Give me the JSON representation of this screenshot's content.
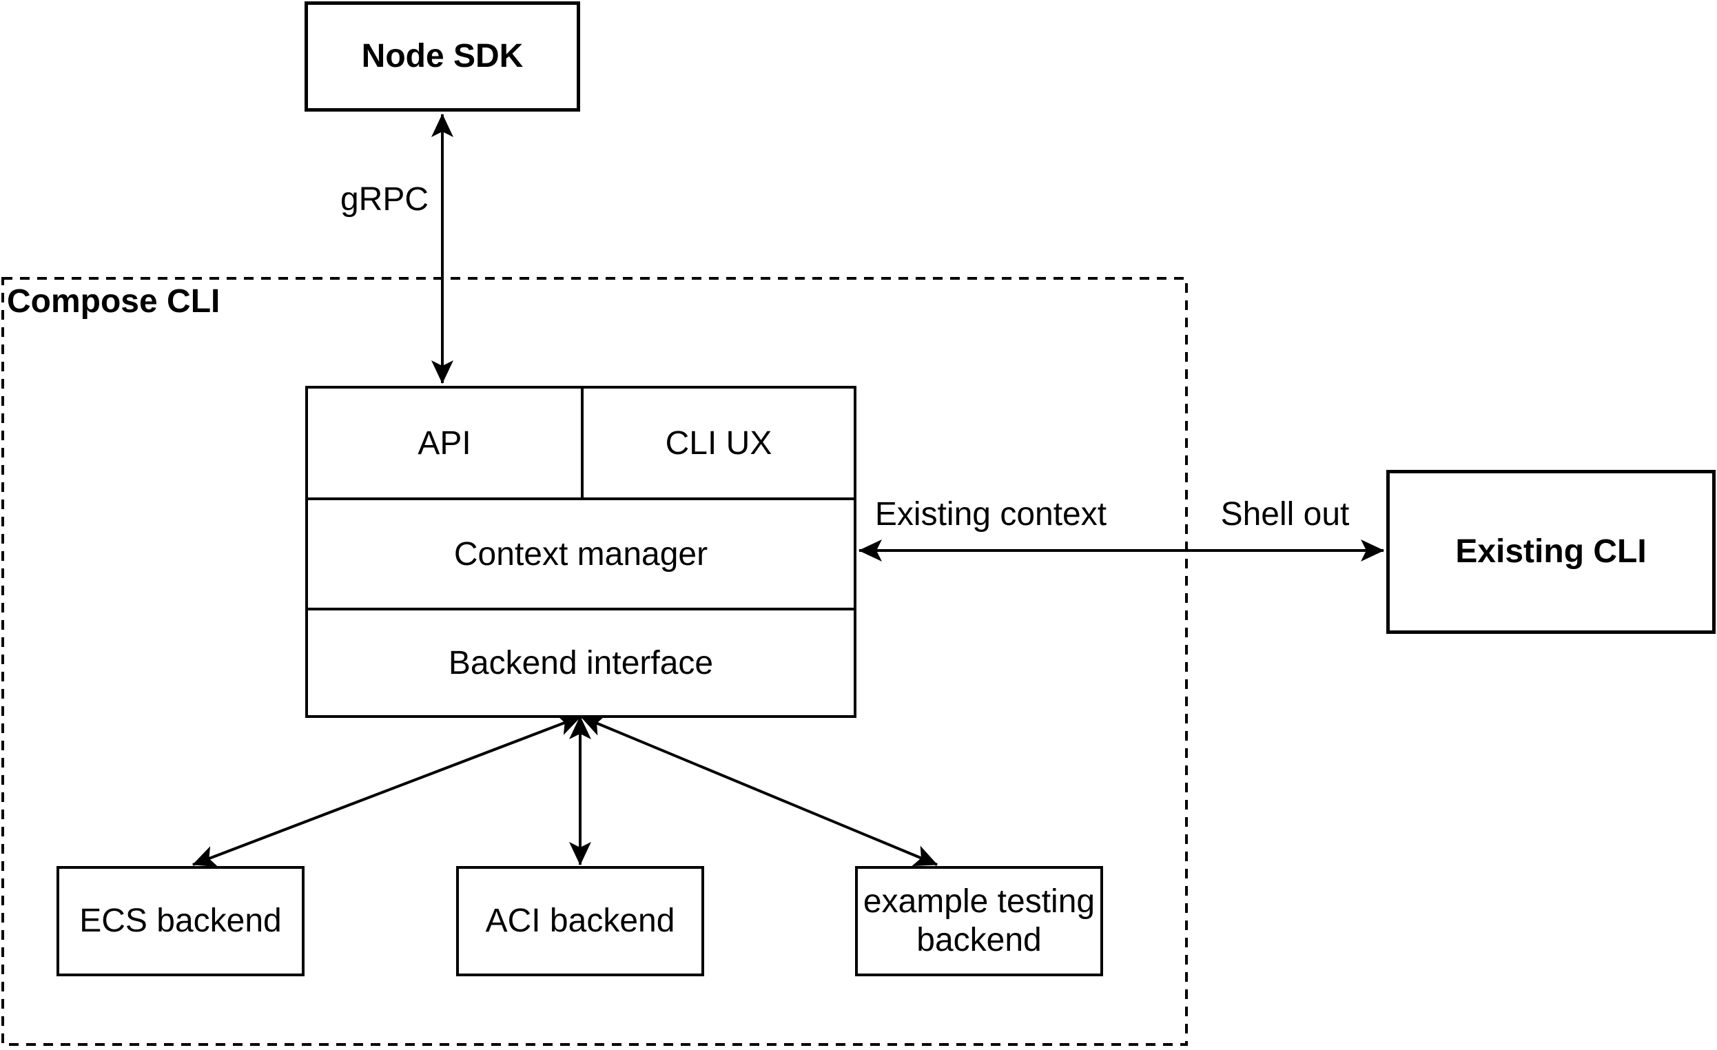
{
  "nodes": {
    "node_sdk": "Node SDK",
    "compose_cli": "Compose CLI",
    "api": "API",
    "cli_ux": "CLI UX",
    "context_manager": "Context manager",
    "backend_interface": "Backend interface",
    "existing_cli": "Existing CLI",
    "ecs_backend": "ECS backend",
    "aci_backend": "ACI backend",
    "example_testing_backend": "example testing backend"
  },
  "edges": {
    "grpc_label": "gRPC",
    "existing_context_label": "Existing context",
    "shell_out_label": "Shell out"
  },
  "colors": {
    "line": "#000000",
    "text": "#000000",
    "background": "#ffffff"
  }
}
